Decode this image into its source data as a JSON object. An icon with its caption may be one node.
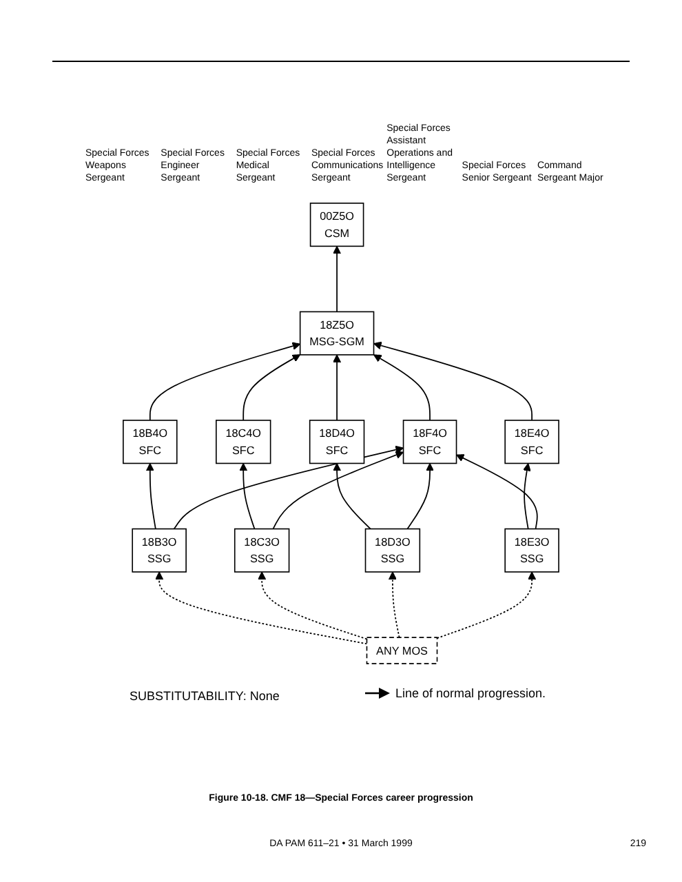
{
  "diagram": {
    "caption": "Figure 10-18. CMF 18—Special Forces career progression",
    "nodes": [
      {
        "text": [
          "00Z5O",
          "CSM"
        ]
      },
      {
        "text": [
          "18Z5O",
          "MSG-SGM"
        ]
      },
      {
        "text": [
          "18B4O",
          "SFC"
        ]
      },
      {
        "text": [
          "18C4O",
          "SFC"
        ]
      },
      {
        "text": [
          "18D4O",
          "SFC"
        ]
      },
      {
        "text": [
          "18E4O",
          "SFC"
        ]
      },
      {
        "text": [
          "18F4O",
          "SFC"
        ]
      },
      {
        "text": [
          "18B3O",
          "SSG"
        ]
      },
      {
        "text": [
          "18C3O",
          "SSG"
        ]
      },
      {
        "text": [
          "18D3O",
          "SSG"
        ]
      },
      {
        "text": [
          "18E3O",
          "SSG"
        ]
      },
      {
        "text": [
          "ANY MOS"
        ]
      }
    ],
    "edges": [
      {
        "from": 1,
        "to": 0,
        "arrow": "to"
      },
      {
        "from": 2,
        "to": 1,
        "arrow": "to"
      },
      {
        "from": 3,
        "to": 1,
        "arrow": "to"
      },
      {
        "from": 4,
        "to": 1,
        "arrow": "to"
      },
      {
        "from": 5,
        "to": 1,
        "arrow": "to"
      },
      {
        "from": 6,
        "to": 1,
        "arrow": "to"
      },
      {
        "from": 7,
        "to": 2,
        "arrow": "to"
      },
      {
        "from": 8,
        "to": 3,
        "arrow": "to"
      },
      {
        "from": 9,
        "to": 4,
        "arrow": "to"
      },
      {
        "from": 10,
        "to": 5,
        "arrow": "to"
      },
      {
        "from": 7,
        "to": 6,
        "arrow": "to"
      },
      {
        "from": 8,
        "to": 6,
        "arrow": "to"
      },
      {
        "from": 9,
        "to": 6,
        "arrow": "to"
      },
      {
        "from": 10,
        "to": 6,
        "arrow": "to"
      },
      {
        "from": 11,
        "to": 7,
        "arrow": "to",
        "style": "dashed"
      },
      {
        "from": 11,
        "to": 8,
        "arrow": "to",
        "style": "dashed"
      },
      {
        "from": 11,
        "to": 9,
        "arrow": "to",
        "style": "dashed"
      },
      {
        "from": 11,
        "to": 10,
        "arrow": "to",
        "style": "dashed"
      }
    ],
    "labels": [
      "Special Forces Weapons Sergeant",
      "Special Forces Engineer Sergeant",
      "Special Forces Medical Sergeant",
      "Special Forces Communications Sergeant",
      "Special Forces Assistant Operations and Intelligence Sergeant",
      "Special Forces Senior Sergeant",
      "Command Sergeant Major",
      "SUBSTITUTABILITY: None",
      "DA PAM 611–21 • 31 March 1999",
      "219"
    ],
    "legend": [
      {
        "text": "Line of normal progression."
      }
    ]
  }
}
